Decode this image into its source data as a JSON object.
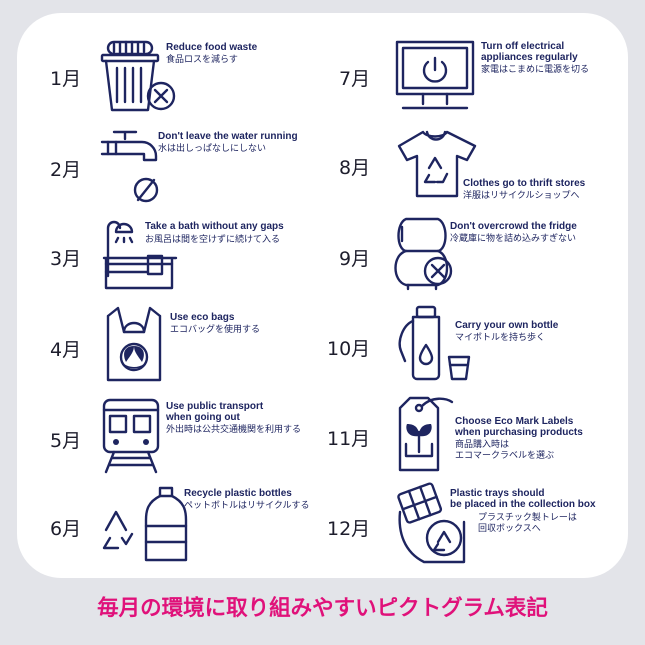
{
  "items": [
    {
      "month": "1月",
      "icon": "trash-bin-icon",
      "en": "Reduce food waste",
      "jp": "食品ロスを減らす"
    },
    {
      "month": "2月",
      "icon": "faucet-icon",
      "en": "Don't leave the water running",
      "jp": "水は出しっぱなしにしない"
    },
    {
      "month": "3月",
      "icon": "bathtub-icon",
      "en": "Take a bath without any gaps",
      "jp": "お風呂は間を空けずに続けて入る"
    },
    {
      "month": "4月",
      "icon": "eco-bag-icon",
      "en": "Use eco bags",
      "jp": "エコバッグを使用する"
    },
    {
      "month": "5月",
      "icon": "train-icon",
      "en": "Use public transport\nwhen going out",
      "jp": "外出時は公共交通機関を利用する"
    },
    {
      "month": "6月",
      "icon": "plastic-bottle-recycle-icon",
      "en": "Recycle plastic bottles",
      "jp": "ペットボトルはリサイクルする"
    },
    {
      "month": "7月",
      "icon": "monitor-power-icon",
      "en": "Turn off electrical\nappliances regularly",
      "jp": "家電はこまめに電源を切る"
    },
    {
      "month": "8月",
      "icon": "tshirt-recycle-icon",
      "en": "Clothes go to thrift stores",
      "jp": "洋服はリサイクルショップへ"
    },
    {
      "month": "9月",
      "icon": "fridge-icon",
      "en": "Don't overcrowd the fridge",
      "jp": "冷蔵庫に物を詰め込みすぎない"
    },
    {
      "month": "10月",
      "icon": "water-bottle-icon",
      "en": "Carry your own bottle",
      "jp": "マイボトルを持ち歩く"
    },
    {
      "month": "11月",
      "icon": "eco-label-tag-icon",
      "en": "Choose Eco Mark Labels\nwhen purchasing products",
      "jp": "商品購入時は\nエコマークラベルを選ぶ"
    },
    {
      "month": "12月",
      "icon": "plastic-tray-icon",
      "en": "Plastic trays should\nbe placed in the collection box",
      "jp": "プラスチック製トレーは\n回収ボックスへ"
    }
  ],
  "footer": "毎月の環境に取り組みやすいピクトグラム表記",
  "colors": {
    "background": "#e3e4e9",
    "card": "#ffffff",
    "icon": "#1e2560",
    "month": "#1d1d2c",
    "footer": "#e0117a"
  }
}
